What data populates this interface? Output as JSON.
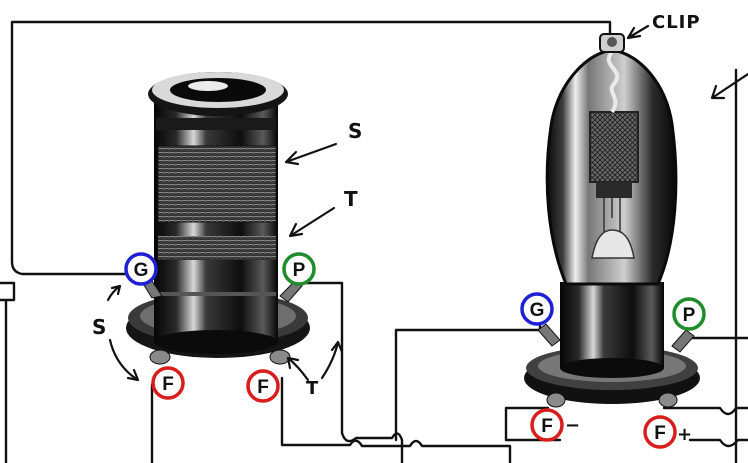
{
  "labels": {
    "clip": "CLIP",
    "secondary_top": "S",
    "tickler": "T",
    "secondary_side": "S",
    "tickler_bottom": "T"
  },
  "coil_pins": {
    "grid": "G",
    "plate": "P",
    "fil_left": "F",
    "fil_right": "F"
  },
  "tube_pins": {
    "grid": "G",
    "plate": "P",
    "fil_minus": "F",
    "fil_minus_sign": "−",
    "fil_plus": "F",
    "fil_plus_sign": "+"
  },
  "colors": {
    "grid_ring": "#1f1fd6",
    "plate_ring": "#1e8c2a",
    "filament_ring": "#d91c1c",
    "ink": "#111111"
  }
}
